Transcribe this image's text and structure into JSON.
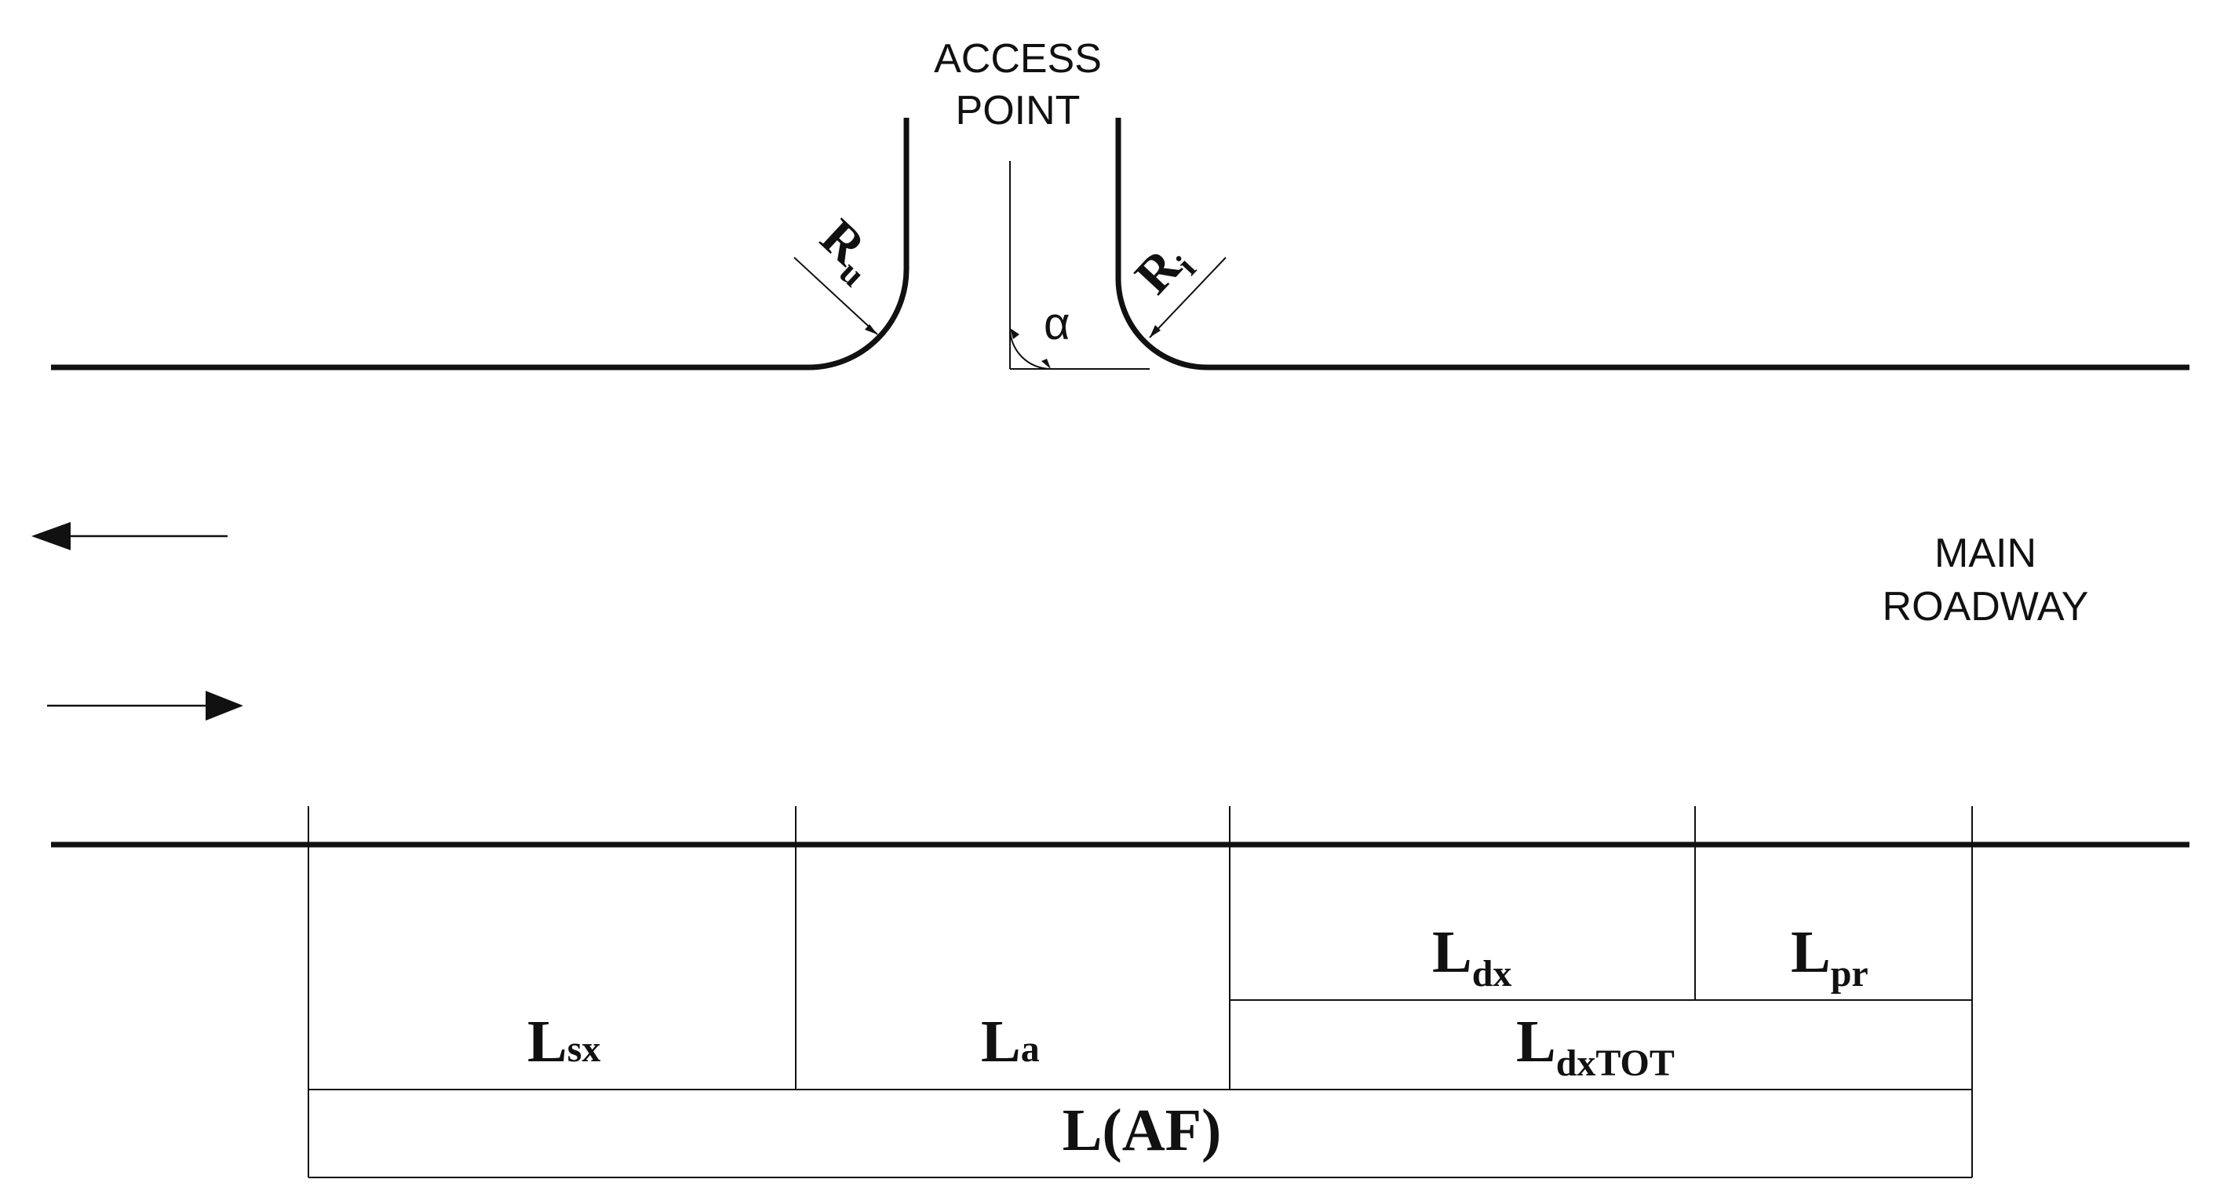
{
  "access_point": {
    "line1": "ACCESS",
    "line2": "POINT"
  },
  "main_roadway": {
    "line1": "MAIN",
    "line2": "ROADWAY"
  },
  "radius_left": {
    "base": "R",
    "sub": "u"
  },
  "radius_right": {
    "base": "R",
    "sub": "i"
  },
  "angle": {
    "symbol": "α"
  },
  "segments": {
    "lsx": {
      "base": "L",
      "sub": "sx"
    },
    "la": {
      "base": "L",
      "sub": "a"
    },
    "ldx": {
      "base": "L",
      "sub": "dx"
    },
    "lpr": {
      "base": "L",
      "sub": "pr"
    },
    "ldxtot": {
      "base": "L",
      "sub": "dxTOT"
    },
    "laf": {
      "text": "L(AF)"
    }
  },
  "traffic_directions": [
    "westbound-arrow",
    "eastbound-arrow"
  ],
  "colors": {
    "line": "#111111",
    "background": "#ffffff"
  }
}
